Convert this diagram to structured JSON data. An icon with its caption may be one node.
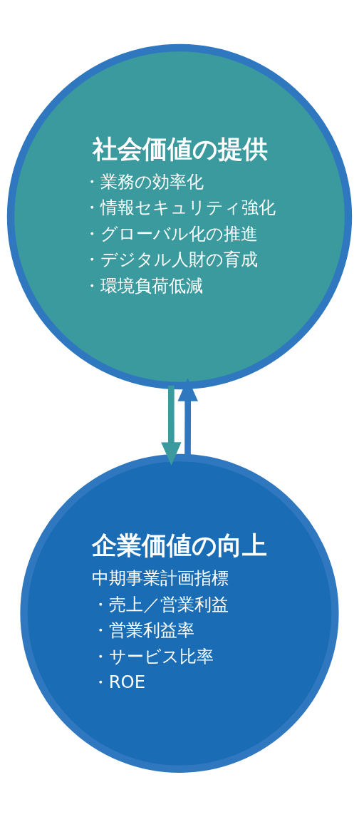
{
  "diagram": {
    "nodes": [
      {
        "text": [
          "社会価値の提供",
          "・業務の効率化",
          "・情報セキュリティ強化",
          "・グローバル化の推進",
          "・デジタル人財の育成",
          "・環境負荷低減"
        ]
      },
      {
        "text": [
          "企業価値の向上",
          "中期事業計画指標",
          "・売上／営業利益",
          "・営業利益率",
          "・サービス比率",
          "・ROE"
        ]
      }
    ],
    "edges": [
      {
        "from": 0,
        "to": 1,
        "arrow": "to",
        "color": "#3a9a9e"
      },
      {
        "from": 1,
        "to": 0,
        "arrow": "to",
        "color": "#2f78c0"
      }
    ]
  }
}
